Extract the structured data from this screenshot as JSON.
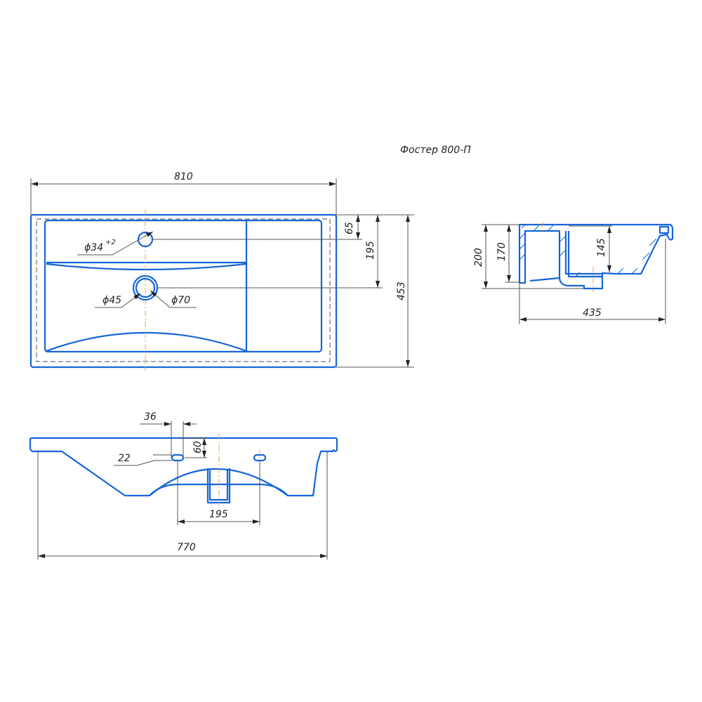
{
  "title": "Фостер 800-П",
  "top_view": {
    "width": "810",
    "hole_diameter": "ϕ34",
    "hole_tolerance": "+2",
    "hole_offset": "65",
    "drain_offset": "195",
    "depth": "453",
    "drain_inner": "ϕ45",
    "drain_outer": "ϕ70"
  },
  "side_view": {
    "height_total": "200",
    "height_inner": "170",
    "bowl_depth": "145",
    "depth": "435"
  },
  "front_view": {
    "slot_length": "36",
    "slot_depth": "60",
    "slot_width": "22",
    "slot_spacing": "195",
    "width": "770"
  }
}
